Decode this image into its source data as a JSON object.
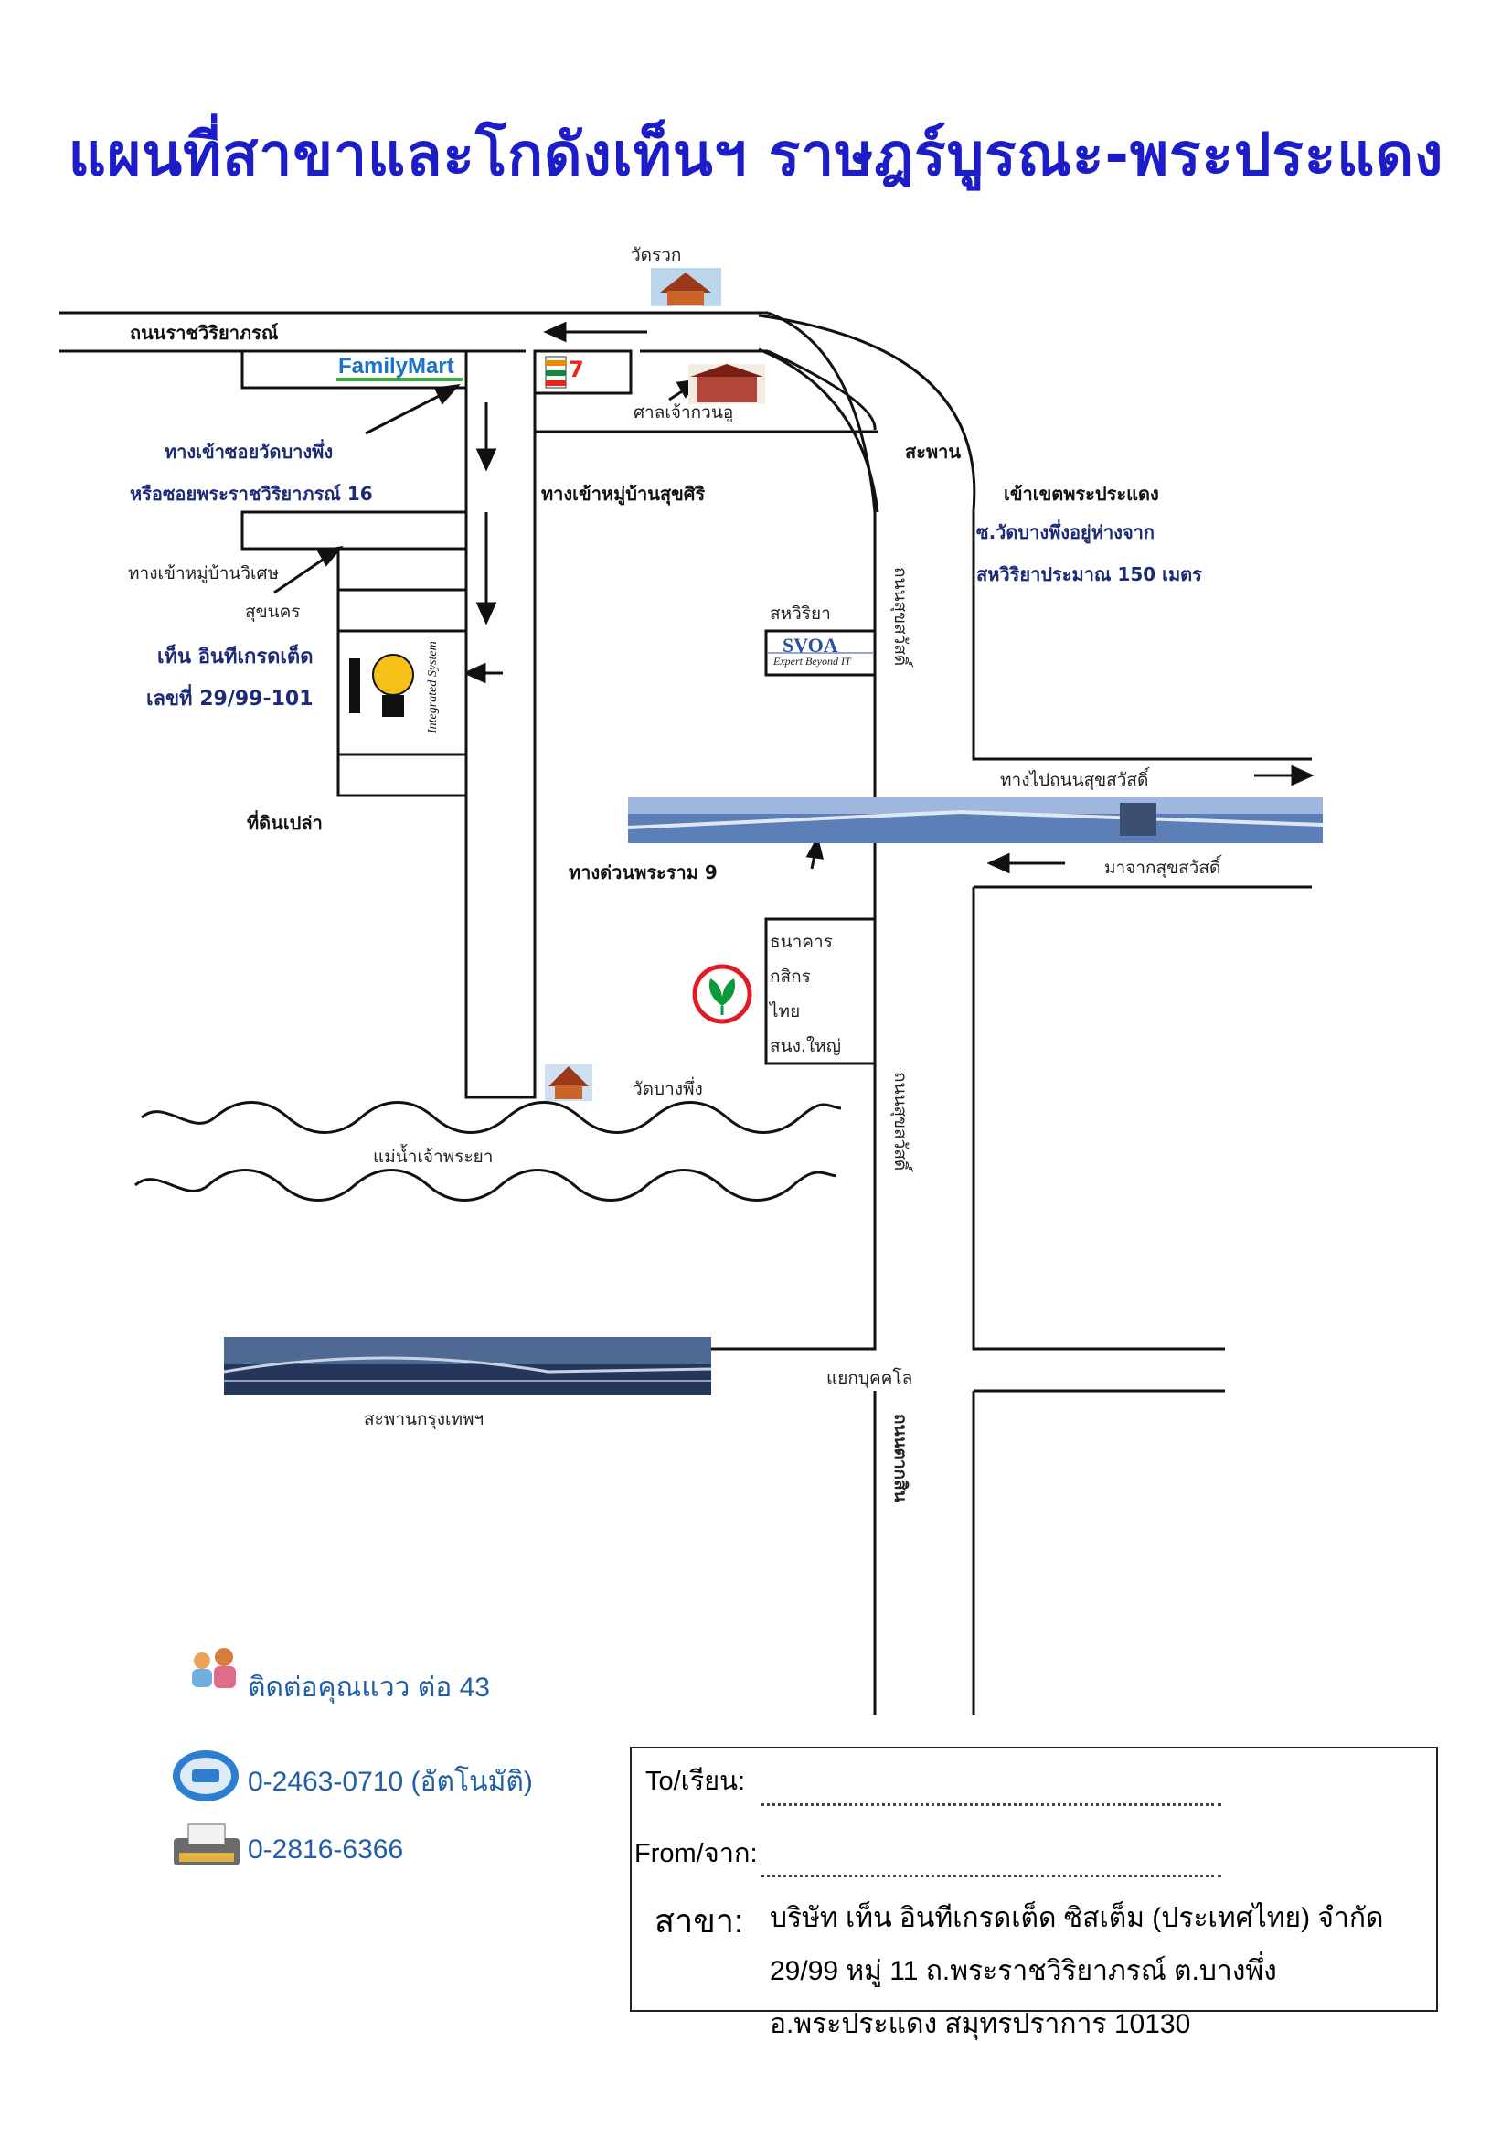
{
  "title": "แผนที่สาขาและโกดังเท็นฯ ราษฎร์บูรณะ-พระประแดง",
  "labels": {
    "wat_ruak": "วัดรวก",
    "road_ratchawitthaya": "ถนนราชวิริยาภรณ์",
    "familymart": "FamilyMart",
    "seven_eleven": "7",
    "shrine": "ศาลเจ้ากวนอู",
    "soi_bangphueng_1": "ทางเข้าซอยวัดบางพึ่ง",
    "soi_bangphueng_2": "หรือซอยพระราชวิริยาภรณ์ 16",
    "village_suksiri": "ทางเข้าหมู่บ้านสุขศิริ",
    "bridge_word": "สะพาน",
    "enter_phrapradaeng": "เข้าเขตพระประแดง",
    "soi_distance_1": "ซ.วัดบางพึ่งอยู่ห่างจาก",
    "soi_distance_2": "สหวิริยาประมาณ 150 เมตร",
    "village_wiset": "ทางเข้าหมู่บ้านวิเศษ",
    "suknakhon": "สุขนคร",
    "company_name": "เท็น อินทีเกรดเต็ด",
    "company_no": "เลขที่ 29/99-101",
    "sahaviriya": "สหวิริยา",
    "svoa": "SVOA",
    "svoa_tag": "Expert Beyond IT",
    "road_suksawat_vert": "ถนนสุขสวัสดิ์",
    "to_suksawat": "ทางไปถนนสุขสวัสดิ์",
    "from_suksawat": "มาจากสุขสวัสดิ์",
    "empty_land": "ที่ดินเปล่า",
    "expressway_rama9": "ทางด่วนพระราม 9",
    "bank_lines": [
      "ธนาคาร",
      "กสิกร",
      "ไทย",
      "สนง.ใหญ่"
    ],
    "wat_bangphueng": "วัดบางพึ่ง",
    "river": "แม่น้ำเจ้าพระยา",
    "road_suksawat_vert2": "ถนนสุขสวัสดิ์",
    "junction_bukkhalo": "แยกบุคคโล",
    "road_tak": "ถนนตากสิน",
    "krungthep_bridge": "สะพานกรุงเทพฯ",
    "ten_logo_num": "10",
    "ten_logo_text": "Integrated System"
  },
  "contacts": {
    "person": "ติดต่อคุณแวว ต่อ 43",
    "phone": "0-2463-0710 (อัตโนมัติ)",
    "fax": "0-2816-6366"
  },
  "address_box": {
    "to_label": "To/เรียน:",
    "from_label": "From/จาก:",
    "branch_label": "สาขา:",
    "line1": "บริษัท เท็น อินทีเกรดเต็ด ซิสเต็ม (ประเทศไทย) จำกัด",
    "line2": "29/99 หมู่ 11 ถ.พระราชวิริยาภรณ์ ต.บางพึ่ง",
    "line3": "อ.พระประแดง สมุทรปราการ 10130"
  },
  "colors": {
    "title": "#1c1cc8",
    "contact": "#1f5fa8",
    "familymart_blue": "#1a73c9",
    "seven_red": "#e3261b",
    "seven_green": "#0d8a3c",
    "kbank_green": "#0a9a3a",
    "kbank_red": "#e01b24"
  },
  "icons": [
    "temple-icon",
    "shrine-icon",
    "people-icon",
    "phone-icon",
    "fax-icon",
    "kbank-logo",
    "ten-logo"
  ]
}
